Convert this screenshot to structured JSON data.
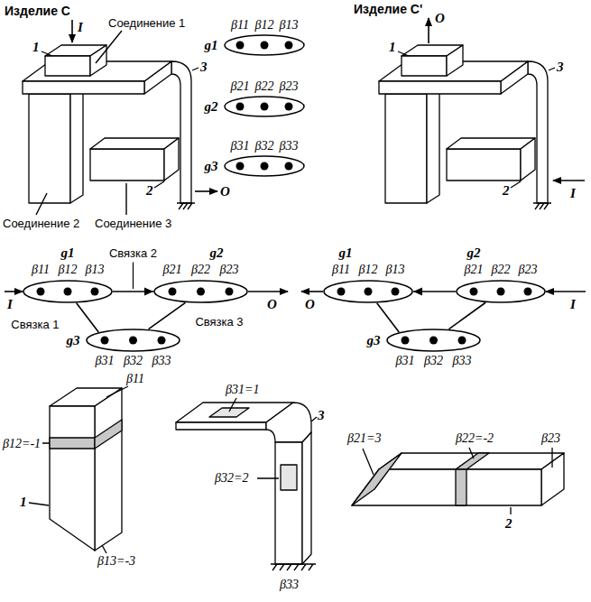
{
  "diagram": {
    "nodes": [
      {
        "text": [
          "g1",
          "β11",
          "β12",
          "β13"
        ]
      },
      {
        "text": [
          "g2",
          "β21",
          "β22",
          "β23"
        ]
      },
      {
        "text": [
          "g3",
          "β31",
          "β32",
          "β33"
        ]
      },
      {
        "text": [
          "g1",
          "β11",
          "β12",
          "β13"
        ]
      },
      {
        "text": [
          "g2",
          "β21",
          "β22",
          "β23"
        ]
      },
      {
        "text": [
          "g3",
          "β31",
          "β32",
          "β33"
        ]
      },
      {
        "text": [
          "g1",
          "β11",
          "β12",
          "β13"
        ]
      },
      {
        "text": [
          "g2",
          "β21",
          "β22",
          "β23"
        ]
      },
      {
        "text": [
          "g3",
          "β31",
          "β32",
          "β33"
        ]
      }
    ],
    "edges": [
      {
        "from": 3,
        "to": 4,
        "arrow": "to",
        "label": "Связка 2"
      },
      {
        "from": 3,
        "to": 5,
        "arrow": "none",
        "label": "Связка 1"
      },
      {
        "from": 5,
        "to": 4,
        "arrow": "none",
        "label": "Связка 3"
      },
      {
        "from": 7,
        "to": 6,
        "arrow": "to"
      },
      {
        "from": 6,
        "to": 8,
        "arrow": "none"
      },
      {
        "from": 8,
        "to": 7,
        "arrow": "none"
      }
    ],
    "labels": [
      "Изделие C",
      "Соединение 1",
      "1",
      "I",
      "3",
      "2",
      "O",
      "Соединение 2",
      "Соединение 3",
      "Изделие C'",
      "1",
      "O",
      "3",
      "2",
      "I",
      "I",
      "O",
      "O",
      "I",
      "β11",
      "β12=-1",
      "β13=-3",
      "1",
      "β31=1",
      "3",
      "β32=2",
      "β33",
      "β21=3",
      "β22=-2",
      "β23",
      "2"
    ]
  }
}
